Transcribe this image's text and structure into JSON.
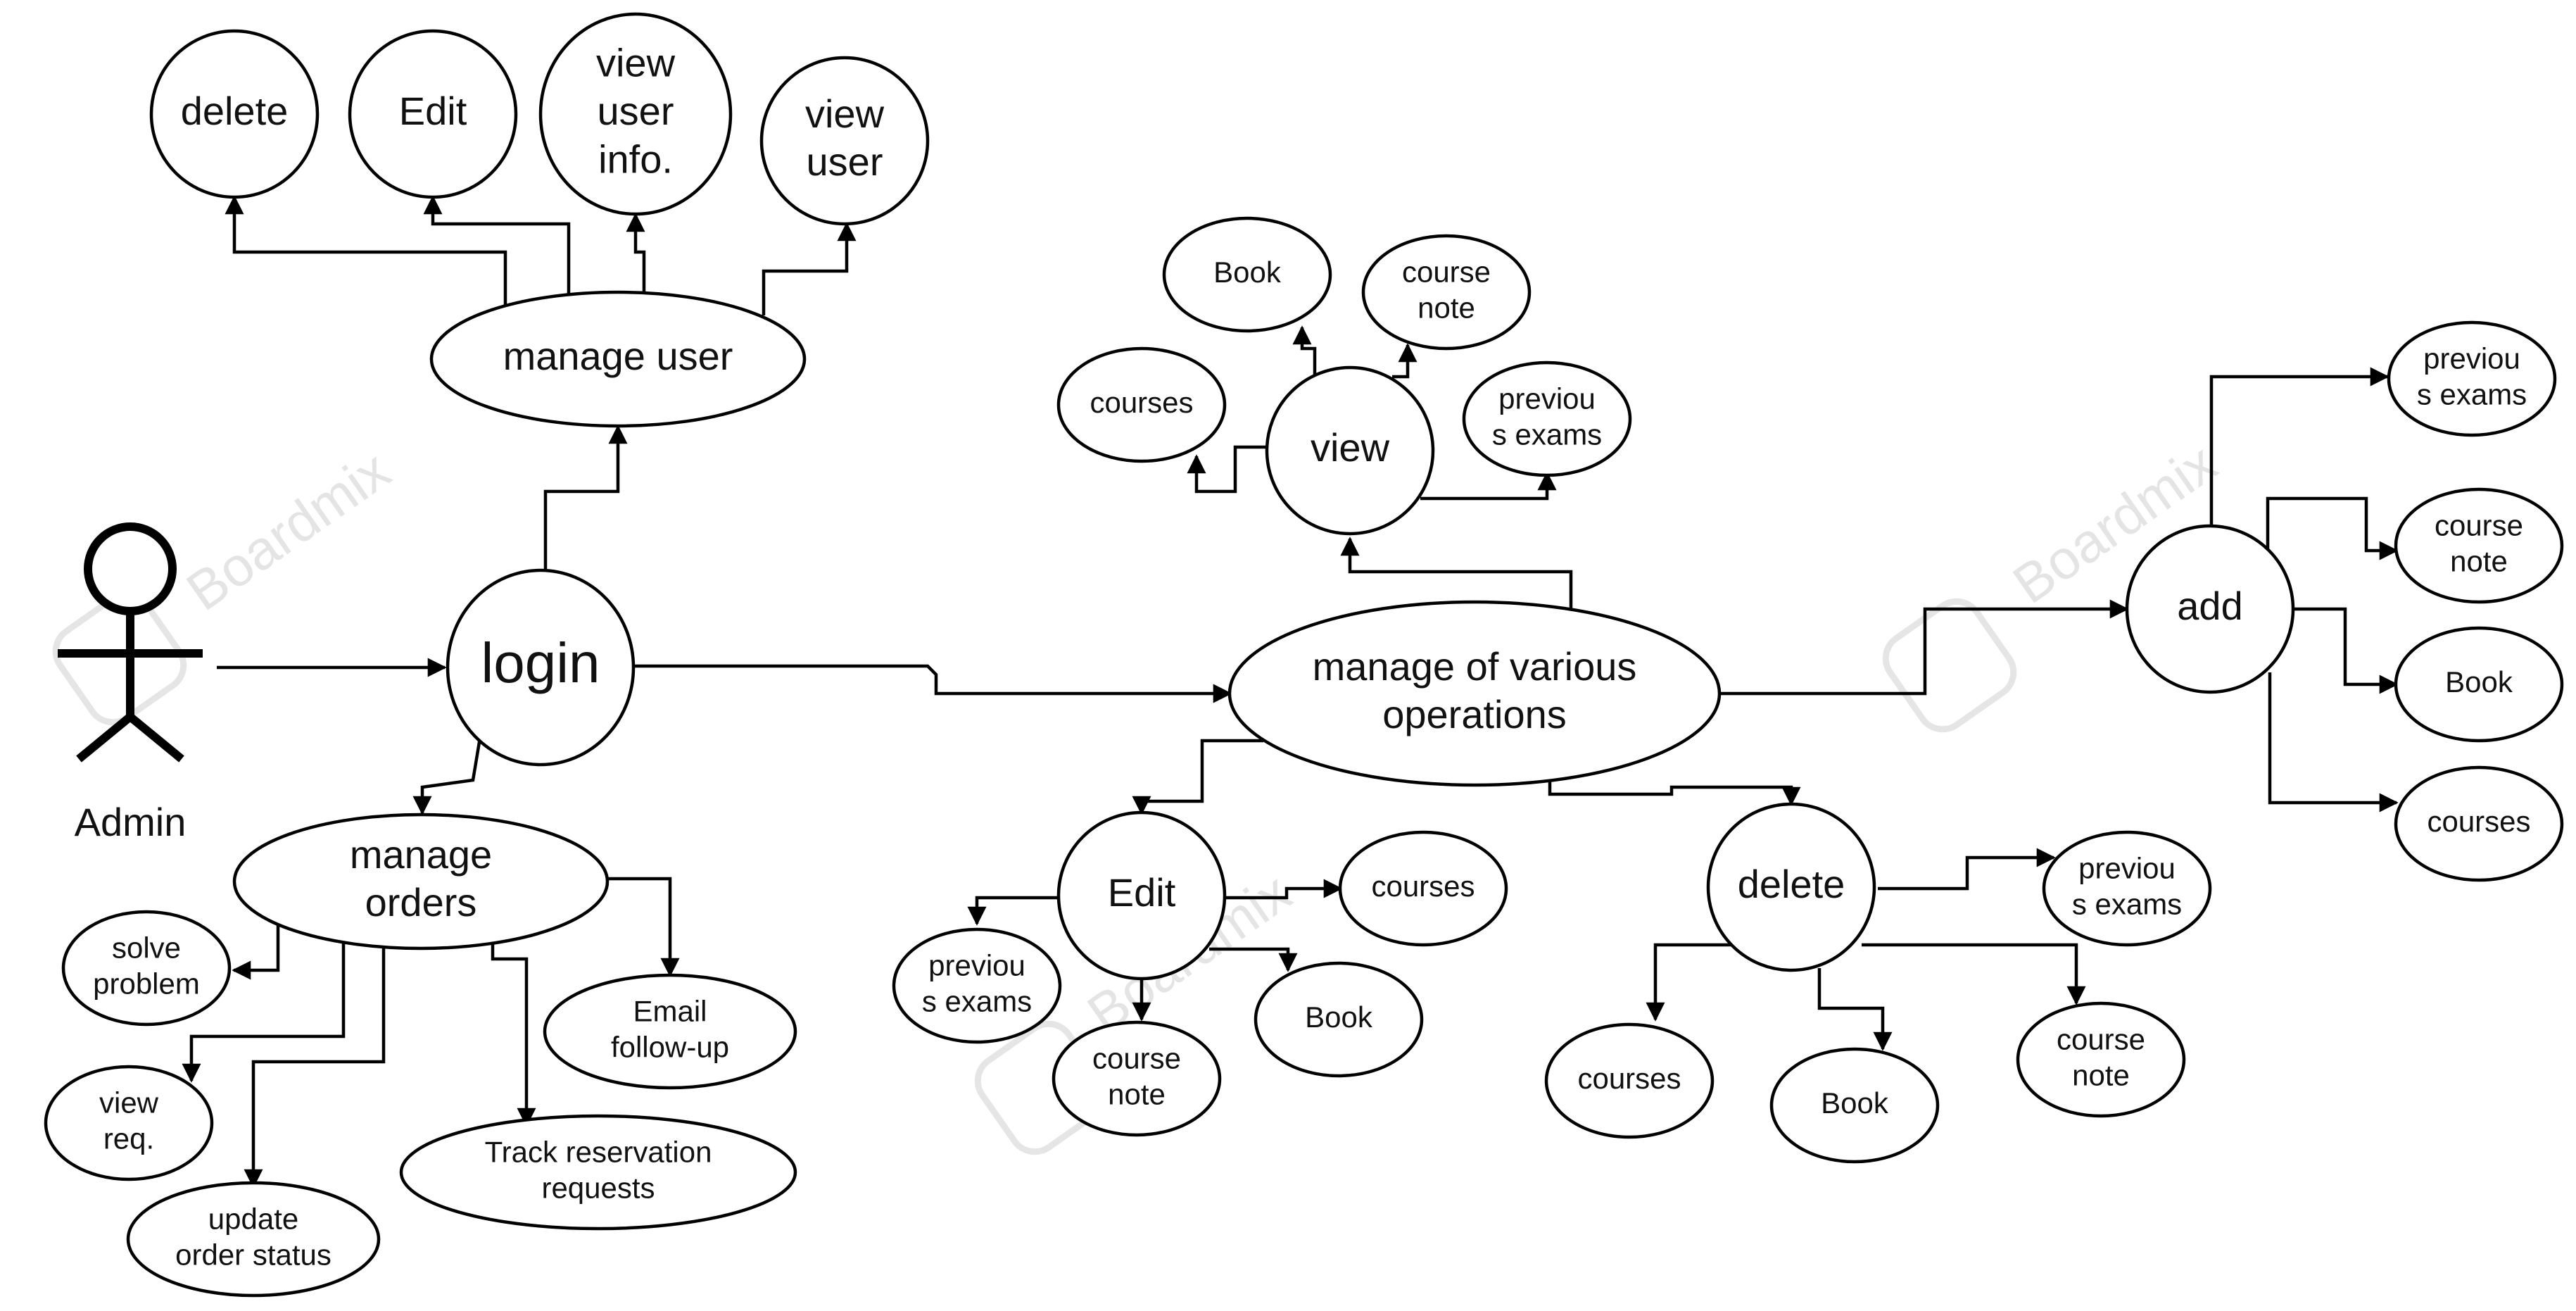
{
  "actor": {
    "label": "Admin"
  },
  "watermark": {
    "text": "Boardmix"
  },
  "nodes": {
    "login": "login",
    "manage_user": "manage user",
    "delete_user": "delete",
    "edit_user": "Edit",
    "view_user_info": [
      "view",
      "user",
      "info."
    ],
    "view_user": [
      "view",
      "user"
    ],
    "manage_orders": [
      "manage",
      "orders"
    ],
    "solve_problem": [
      "solve",
      "problem"
    ],
    "view_req": [
      "view",
      "req."
    ],
    "update_order_status": [
      "update",
      "order status"
    ],
    "track_reservation": [
      "Track reservation",
      "requests"
    ],
    "email_followup": [
      "Email",
      "follow-up"
    ],
    "manage_operations": [
      "manage of various",
      "operations"
    ],
    "view": "view",
    "view_book": "Book",
    "view_course_note": [
      "course",
      "note"
    ],
    "view_courses": "courses",
    "view_previous_exams": [
      "previou",
      "s exams"
    ],
    "edit": "Edit",
    "edit_courses": "courses",
    "edit_previous_exams": [
      "previou",
      "s exams"
    ],
    "edit_course_note": [
      "course",
      "note"
    ],
    "edit_book": "Book",
    "delete": "delete",
    "delete_previous_exams": [
      "previou",
      "s exams"
    ],
    "delete_courses": "courses",
    "delete_book": "Book",
    "delete_course_note": [
      "course",
      "note"
    ],
    "add": "add",
    "add_previous_exams": [
      "previou",
      "s exams"
    ],
    "add_course_note": [
      "course",
      "note"
    ],
    "add_book": "Book",
    "add_courses": "courses"
  }
}
